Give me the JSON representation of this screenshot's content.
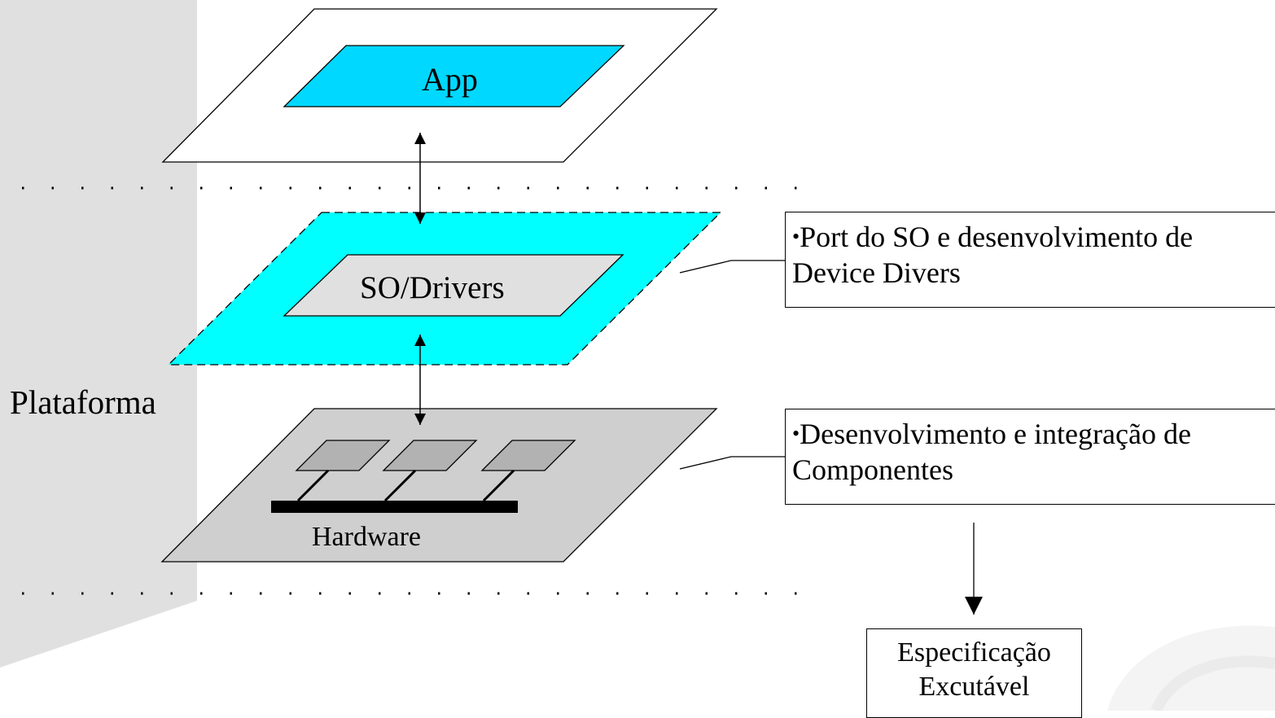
{
  "colors": {
    "background": "#ffffff",
    "side_panel": "#e0e0e0",
    "app_fill": "#00d8ff",
    "drivers_fill": "#00ffff",
    "drivers_inner_fill": "#e0e0e0",
    "hardware_fill": "#cfcfcf",
    "component_fill": "#b2b2b2",
    "bus": "#000000",
    "watermark": "#f2f2f2"
  },
  "layers": {
    "app": {
      "label": "App"
    },
    "drivers": {
      "label": "SO/Drivers"
    },
    "hardware": {
      "label": "Hardware"
    }
  },
  "side_label": "Plataforma",
  "notes": {
    "drivers": {
      "bullet": "•",
      "line1": "Port do SO e desenvolvimento de",
      "line2": "Device Divers"
    },
    "hardware": {
      "bullet": "•",
      "line1": "Desenvolvimento e integração de",
      "line2": "Componentes"
    }
  },
  "output": {
    "line1": "Especificação",
    "line2": "Excutável"
  }
}
